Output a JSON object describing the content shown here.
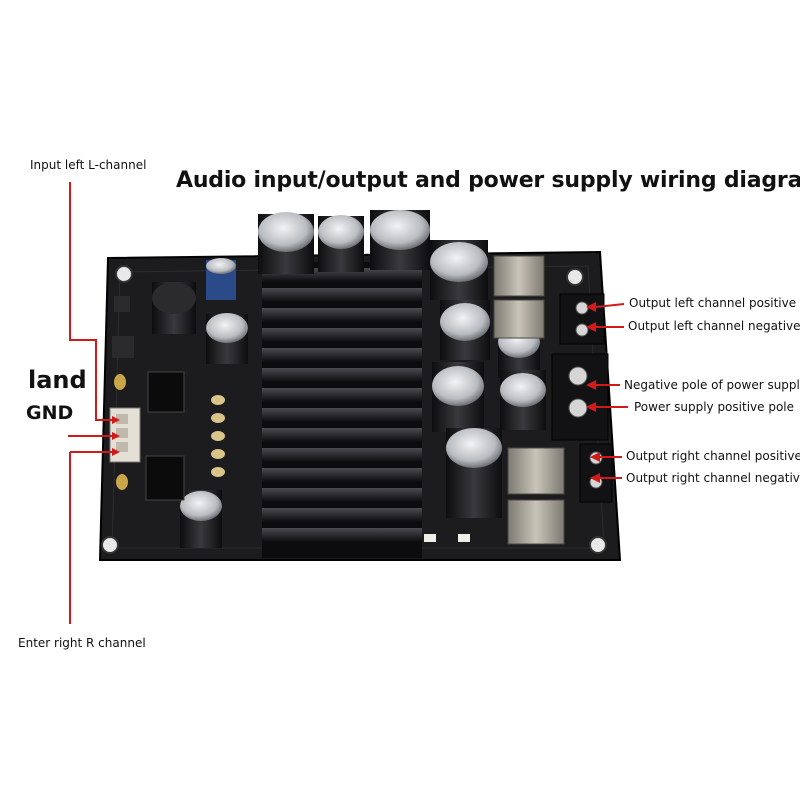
{
  "title": "Audio input/output and power supply wiring diagram",
  "labels": {
    "input_left": "Input left L-channel",
    "enter_right": "Enter right R channel",
    "land": "land",
    "gnd": "GND",
    "out_left_pos": "Output left channel positive",
    "out_left_neg": "Output left channel negative",
    "neg_power": "Negative pole of power supply",
    "pos_power": "Power supply positive pole",
    "out_right_pos": "Output right channel positive",
    "out_right_neg": "Output right channel negative"
  },
  "colors": {
    "wire": "#d21a1a",
    "board": "#1c1c1e",
    "heatsink": "#101012",
    "capacitor": "#c9ccd0",
    "terminal": "#1a1a1a"
  }
}
